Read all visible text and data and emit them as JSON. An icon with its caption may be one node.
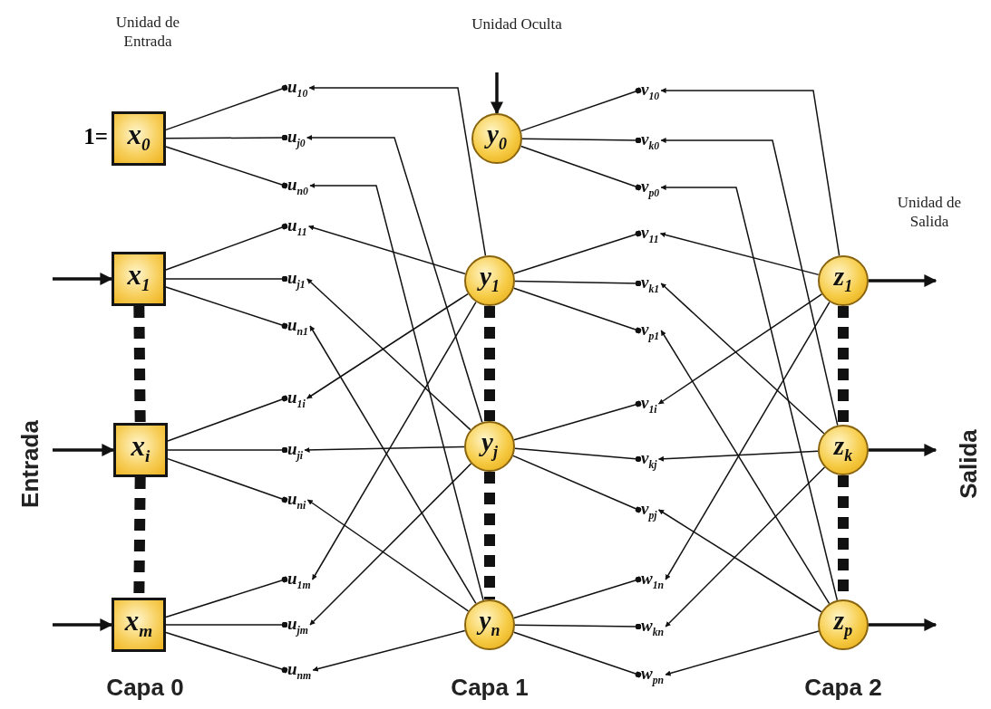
{
  "diagram": {
    "nodes": [
      {
        "text": [
          "x$_{0}$"
        ],
        "beside": [
          "1="
        ]
      },
      {
        "text": [
          "x$_{1}$"
        ]
      },
      {
        "text": [
          "x$_{i}$"
        ]
      },
      {
        "text": [
          "x$_{m}$"
        ]
      },
      {
        "text": [
          "y$_{0}$"
        ]
      },
      {
        "text": [
          "y$_{1}$"
        ]
      },
      {
        "text": [
          "y$_{j}$"
        ]
      },
      {
        "text": [
          "y$_{n}$"
        ]
      },
      {
        "text": [
          "z$_{1}$"
        ]
      },
      {
        "text": [
          "z$_{k}$"
        ]
      },
      {
        "text": [
          "z$_{p}$"
        ]
      },
      {
        "text": [
          "u$_{10}$"
        ]
      },
      {
        "text": [
          "u$_{j0}$"
        ]
      },
      {
        "text": [
          "u$_{n0}$"
        ]
      },
      {
        "text": [
          "u$_{11}$"
        ]
      },
      {
        "text": [
          "u$_{j1}$"
        ]
      },
      {
        "text": [
          "u$_{n1}$"
        ]
      },
      {
        "text": [
          "u$_{1i}$"
        ]
      },
      {
        "text": [
          "u$_{ji}$"
        ]
      },
      {
        "text": [
          "u$_{ni}$"
        ]
      },
      {
        "text": [
          "u$_{1m}$"
        ]
      },
      {
        "text": [
          "u$_{jm}$"
        ]
      },
      {
        "text": [
          "u$_{nm}$"
        ]
      },
      {
        "text": [
          "v$_{10}$"
        ]
      },
      {
        "text": [
          "v$_{k0}$"
        ]
      },
      {
        "text": [
          "v$_{p0}$"
        ]
      },
      {
        "text": [
          "v$_{11}$"
        ]
      },
      {
        "text": [
          "v$_{k1}$"
        ]
      },
      {
        "text": [
          "v$_{p1}$"
        ]
      },
      {
        "text": [
          "v$_{1i}$"
        ]
      },
      {
        "text": [
          "v$_{kj}$"
        ]
      },
      {
        "text": [
          "v$_{pj}$"
        ]
      },
      {
        "text": [
          "w$_{1n}$"
        ]
      },
      {
        "text": [
          "w$_{kn}$"
        ]
      },
      {
        "text": [
          "w$_{pn}$"
        ]
      }
    ],
    "edges": [
      {
        "from": null,
        "to": 1,
        "arrow": "to",
        "style": "thick"
      },
      {
        "from": null,
        "to": 2,
        "arrow": "to",
        "style": "thick"
      },
      {
        "from": null,
        "to": 3,
        "arrow": "to",
        "style": "thick"
      },
      {
        "from": null,
        "to": 4,
        "arrow": "to",
        "style": "thick"
      },
      {
        "from": 8,
        "to": null,
        "arrow": "to",
        "style": "thick"
      },
      {
        "from": 9,
        "to": null,
        "arrow": "to",
        "style": "thick"
      },
      {
        "from": 10,
        "to": null,
        "arrow": "to",
        "style": "thick"
      },
      {
        "from": 0,
        "to": 11,
        "arrow": "other"
      },
      {
        "from": 0,
        "to": 12,
        "arrow": "other"
      },
      {
        "from": 0,
        "to": 13,
        "arrow": "other"
      },
      {
        "from": 1,
        "to": 14,
        "arrow": "other"
      },
      {
        "from": 1,
        "to": 15,
        "arrow": "other"
      },
      {
        "from": 1,
        "to": 16,
        "arrow": "other"
      },
      {
        "from": 2,
        "to": 17,
        "arrow": "other"
      },
      {
        "from": 2,
        "to": 18,
        "arrow": "other"
      },
      {
        "from": 2,
        "to": 19,
        "arrow": "other"
      },
      {
        "from": 3,
        "to": 20,
        "arrow": "other"
      },
      {
        "from": 3,
        "to": 21,
        "arrow": "other"
      },
      {
        "from": 3,
        "to": 22,
        "arrow": "other"
      },
      {
        "from": 5,
        "to": 11,
        "arrow": "to"
      },
      {
        "from": 6,
        "to": 12,
        "arrow": "to"
      },
      {
        "from": 7,
        "to": 13,
        "arrow": "to"
      },
      {
        "from": 5,
        "to": 14,
        "arrow": "to"
      },
      {
        "from": 6,
        "to": 15,
        "arrow": "to"
      },
      {
        "from": 7,
        "to": 16,
        "arrow": "to"
      },
      {
        "from": 5,
        "to": 17,
        "arrow": "to"
      },
      {
        "from": 6,
        "to": 18,
        "arrow": "to"
      },
      {
        "from": 7,
        "to": 19,
        "arrow": "to"
      },
      {
        "from": 5,
        "to": 20,
        "arrow": "to"
      },
      {
        "from": 6,
        "to": 21,
        "arrow": "to"
      },
      {
        "from": 7,
        "to": 22,
        "arrow": "to"
      },
      {
        "from": 4,
        "to": 23,
        "arrow": "other"
      },
      {
        "from": 4,
        "to": 24,
        "arrow": "other"
      },
      {
        "from": 4,
        "to": 25,
        "arrow": "other"
      },
      {
        "from": 5,
        "to": 26,
        "arrow": "other"
      },
      {
        "from": 5,
        "to": 27,
        "arrow": "other"
      },
      {
        "from": 5,
        "to": 28,
        "arrow": "other"
      },
      {
        "from": 6,
        "to": 29,
        "arrow": "other"
      },
      {
        "from": 6,
        "to": 30,
        "arrow": "other"
      },
      {
        "from": 6,
        "to": 31,
        "arrow": "other"
      },
      {
        "from": 7,
        "to": 32,
        "arrow": "other"
      },
      {
        "from": 7,
        "to": 33,
        "arrow": "other"
      },
      {
        "from": 7,
        "to": 34,
        "arrow": "other"
      },
      {
        "from": 8,
        "to": 23,
        "arrow": "to"
      },
      {
        "from": 9,
        "to": 24,
        "arrow": "to"
      },
      {
        "from": 10,
        "to": 25,
        "arrow": "to"
      },
      {
        "from": 8,
        "to": 26,
        "arrow": "to"
      },
      {
        "from": 9,
        "to": 27,
        "arrow": "to"
      },
      {
        "from": 10,
        "to": 28,
        "arrow": "to"
      },
      {
        "from": 8,
        "to": 29,
        "arrow": "to"
      },
      {
        "from": 9,
        "to": 30,
        "arrow": "to"
      },
      {
        "from": 10,
        "to": 31,
        "arrow": "to"
      },
      {
        "from": 8,
        "to": 32,
        "arrow": "to"
      },
      {
        "from": 9,
        "to": 33,
        "arrow": "to"
      },
      {
        "from": 10,
        "to": 34,
        "arrow": "to"
      },
      {
        "from": 1,
        "to": 2,
        "arrow": "none",
        "style": "dashed"
      },
      {
        "from": 2,
        "to": 3,
        "arrow": "none",
        "style": "dashed"
      },
      {
        "from": 5,
        "to": 6,
        "arrow": "none",
        "style": "dashed"
      },
      {
        "from": 6,
        "to": 7,
        "arrow": "none",
        "style": "dashed"
      },
      {
        "from": 8,
        "to": 9,
        "arrow": "none",
        "style": "dashed"
      },
      {
        "from": 9,
        "to": 10,
        "arrow": "none",
        "style": "dashed"
      }
    ],
    "labels": [
      "Unidad de Entrada",
      "Unidad Oculta",
      "Unidad de Salida",
      "Entrada",
      "Salida",
      "Capa 0",
      "Capa 1",
      "Capa 2"
    ]
  }
}
